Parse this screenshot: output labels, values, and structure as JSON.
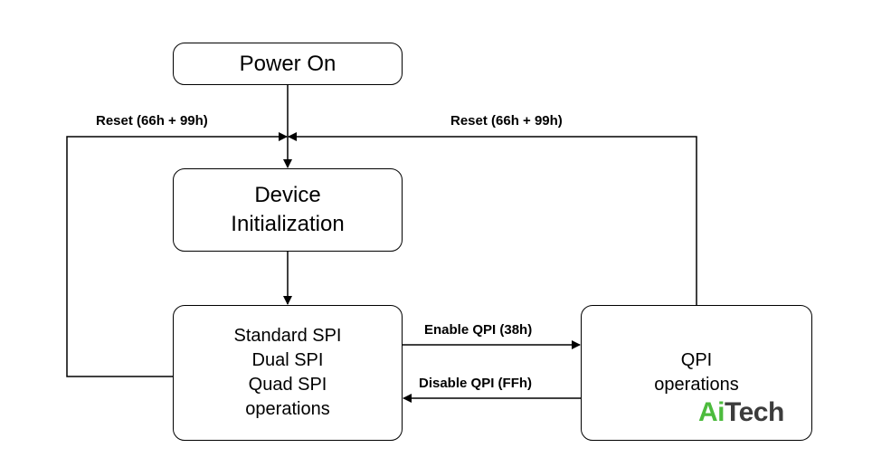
{
  "nodes": {
    "power_on": {
      "label": "Power On"
    },
    "device_init": {
      "lines": [
        "Device",
        "Initialization"
      ]
    },
    "spi_ops": {
      "lines": [
        "Standard SPI",
        "Dual SPI",
        "Quad SPI",
        "operations"
      ]
    },
    "qpi_ops": {
      "lines": [
        "QPI",
        "operations"
      ]
    }
  },
  "edges": {
    "reset_left": "Reset (66h + 99h)",
    "reset_right": "Reset (66h + 99h)",
    "enable_qpi": "Enable QPI (38h)",
    "disable_qpi": "Disable QPI (FFh)"
  },
  "watermark": {
    "part1": "Ai",
    "part2": "Tech",
    "colors": {
      "part1": "#4cbb3d",
      "part2": "#3c3c3c"
    }
  },
  "colors": {
    "line": "#000000",
    "background": "#ffffff"
  }
}
